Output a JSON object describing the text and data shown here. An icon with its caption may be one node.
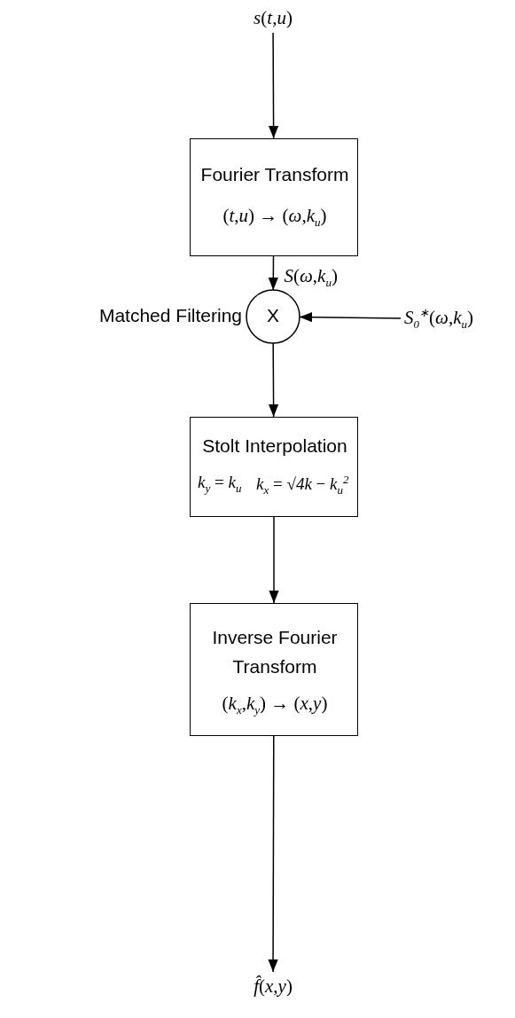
{
  "diagram": {
    "nodes": [
      {
        "text": [
          "*s*(*t*,*u*)"
        ]
      },
      {
        "text": [
          "Fourier Transform",
          "(*t*,*u*) → (*ω*,*k*$_{u}$)"
        ]
      },
      {
        "text": [
          "X"
        ],
        "beside": [
          "Matched Filtering"
        ]
      },
      {
        "text": [
          "*S*$_{0}$$^{∗}$(*ω*,*k*$_{u}$)"
        ]
      },
      {
        "text": [
          "Stolt Interpolation",
          "*k*$_{y}$ = *k*$_{u}$",
          "*k*$_{x}$ = √*4k* − *k*$_{u}$$^{2}$"
        ]
      },
      {
        "text": [
          "Inverse Fourier Transform",
          "(*k*$_{x}$,*k*$_{y}$) → (*x*,*y*)"
        ]
      },
      {
        "text": [
          "*f̂*(*x*,*y*)"
        ]
      }
    ],
    "edges": [
      {
        "from": 0,
        "to": 1,
        "arrow": "to"
      },
      {
        "from": 1,
        "to": 2,
        "arrow": "to",
        "label": "*S*(*ω*,*k*$_{u}$)"
      },
      {
        "from": 3,
        "to": 2,
        "arrow": "to"
      },
      {
        "from": 2,
        "to": 4,
        "arrow": "to"
      },
      {
        "from": 4,
        "to": 5,
        "arrow": "to"
      },
      {
        "from": 5,
        "to": 6,
        "arrow": "to"
      }
    ]
  }
}
